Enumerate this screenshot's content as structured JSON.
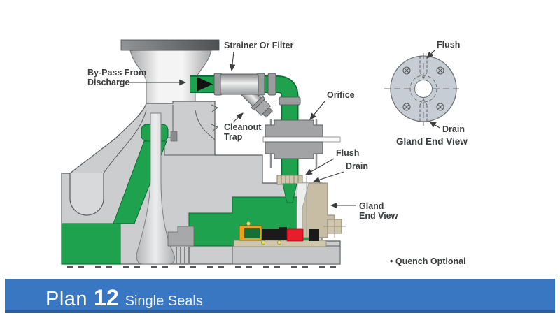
{
  "diagram": {
    "labels": {
      "strainer": "Strainer Or Filter",
      "bypass_line1": "By-Pass From",
      "bypass_line2": "Discharge",
      "cleanout_line1": "Cleanout",
      "cleanout_line2": "Trap",
      "orifice": "Orifice",
      "flush": "Flush",
      "drain": "Drain",
      "gland_line1": "Gland",
      "gland_line2": "End View",
      "quench": "• Quench Optional"
    },
    "gland_end_view": {
      "flush": "Flush",
      "drain": "Drain",
      "caption": "Gland End View"
    }
  },
  "banner": {
    "plan_word": "Plan",
    "plan_number": "12",
    "subtitle": "Single Seals"
  },
  "colors": {
    "pipe_green": "#1FA24E",
    "pipe_green_dark": "#0A6B33",
    "casing_gray": "#CBCDCE",
    "outline_gray": "#5B5D5F",
    "gland_tan": "#C7BDA4",
    "seal_red": "#E81C2B",
    "seal_gold": "#E8A21F",
    "end_view_gray": "#C7CDD5",
    "banner_blue": "#3A77C3",
    "banner_border": "#2B5C9E",
    "label_text": "#3B3D3F"
  }
}
